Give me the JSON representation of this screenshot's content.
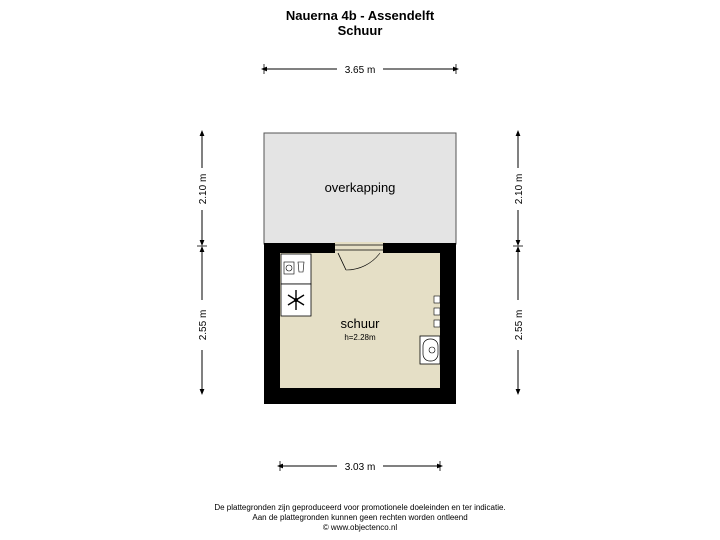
{
  "header": {
    "title": "Nauerna 4b - Assendelft",
    "subtitle": "Schuur"
  },
  "dimensions": {
    "top_width": "3.65 m",
    "bottom_width": "3.03 m",
    "left_upper": "2.10 m",
    "left_lower": "2.55 m",
    "right_upper": "2.10 m",
    "right_lower": "2.55 m"
  },
  "rooms": {
    "overkapping": {
      "label": "overkapping"
    },
    "schuur": {
      "label": "schuur",
      "height": "h=2.28m"
    }
  },
  "colors": {
    "overkapping_fill": "#e4e4e4",
    "schuur_fill": "#e5dfc6",
    "wall": "#000000",
    "fixture_fill": "#ffffff"
  },
  "fixtures": [
    "washing-machine-icon",
    "dryer-icon",
    "boiler-icon",
    "wall-outlet-icon"
  ],
  "footer": {
    "line1": "De plattegronden zijn geproduceerd voor promotionele doeleinden en ter indicatie.",
    "line2": "Aan de plattegronden kunnen geen rechten worden ontleend",
    "line3": "© www.objectenco.nl"
  }
}
